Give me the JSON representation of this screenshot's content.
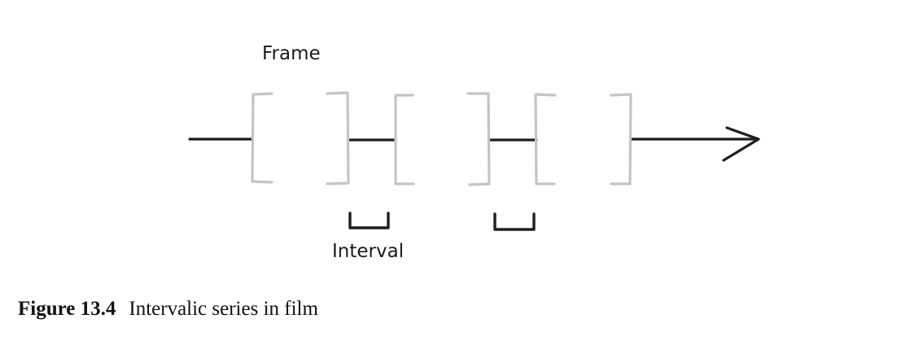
{
  "diagram": {
    "frame_label": "Frame",
    "interval_label": "Interval",
    "colors": {
      "timeline": "#1e1e1e",
      "frame_brackets": "#c4c4c4",
      "interval_brackets": "#1e1e1e",
      "text": "#1a1a1a"
    }
  },
  "caption": {
    "number": "Figure 13.4",
    "text": "Intervalic series in film"
  }
}
